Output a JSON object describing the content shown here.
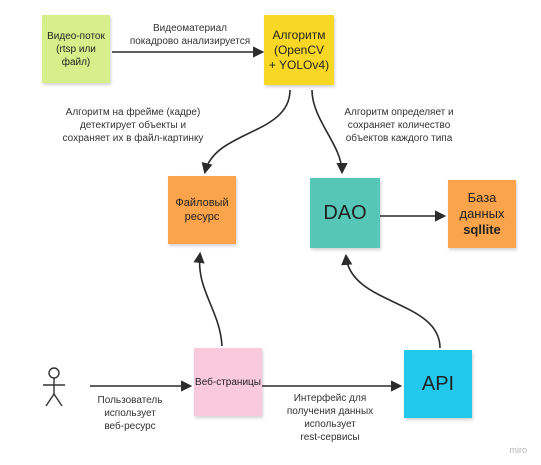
{
  "colors": {
    "video": "#d6ef8b",
    "algo": "#f9d825",
    "file": "#fba44c",
    "dao": "#56c6b9",
    "db": "#fba44c",
    "web": "#f9c9dc",
    "api": "#22c9ec",
    "edge": "#2b2b2b"
  },
  "nodes": {
    "video": {
      "text": "Видео-поток\n(rtsp или\nфайл)"
    },
    "algo": {
      "text": "Алгоритм\n(OpenCV\n+ YOLOv4)"
    },
    "file": {
      "text": "Файловый\nресурс"
    },
    "dao": {
      "text": "DAO"
    },
    "db": {
      "text_line1": "База\nданных",
      "text_bold": "sqllite"
    },
    "web": {
      "text": "Веб-страницы"
    },
    "api": {
      "text": "API"
    },
    "user": {
      "icon": "person-icon"
    }
  },
  "edge_labels": {
    "video_to_algo": "Видеоматериал\nпокадрово анализируется",
    "algo_to_file": "Алгоритм на фрейме (кадре)\nдетектирует объекты и\nсохраняет их в файл-картинку",
    "algo_to_dao": "Алгоритм определяет и\nсохраняет количество\nобъектов каждого типа",
    "user_to_web": "Пользователь\nиспользует\nвеб-ресурс",
    "web_to_api": "Интерфейс для\nполучения данных\nиспользует\nrest-сервисы"
  },
  "watermark": "miro"
}
